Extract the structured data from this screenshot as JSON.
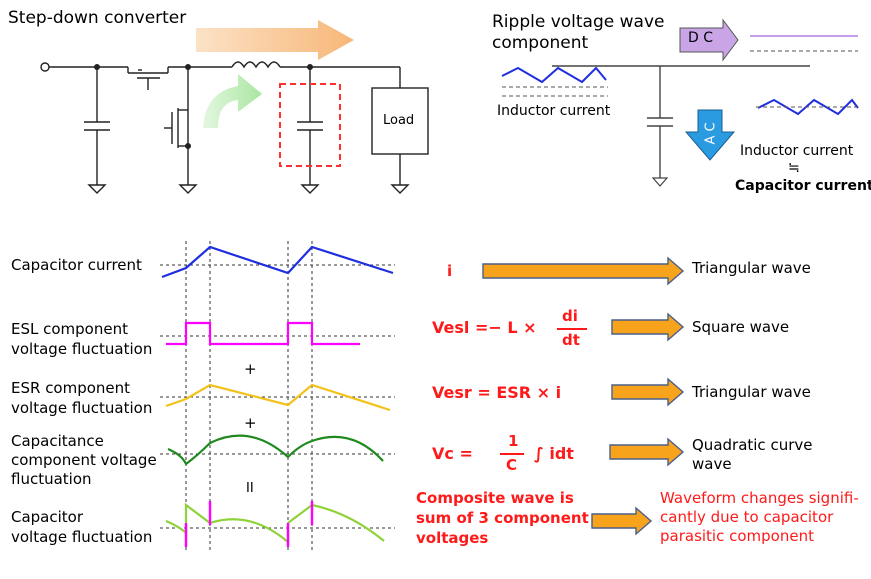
{
  "top_left": {
    "title": "Step-down converter",
    "load_label": "Load"
  },
  "top_right": {
    "title_line1": "Ripple voltage wave",
    "title_line2": "component",
    "dc_label": "D C",
    "ac_label": "A C",
    "inductor_current_left": "Inductor current",
    "inductor_current_right": "Inductor current",
    "approx_symbol": "≒",
    "capacitor_current": "Capacitor current"
  },
  "rows": [
    {
      "label_lines": [
        "Capacitor current"
      ],
      "formula": "i",
      "result_lines": [
        "Triangular wave"
      ]
    },
    {
      "label_lines": [
        "ESL component",
        "voltage fluctuation"
      ],
      "formula_prefix": "Vesl =− L ×",
      "frac_num": "di",
      "frac_den": "dt",
      "result_lines": [
        "Square wave"
      ]
    },
    {
      "label_lines": [
        "ESR component",
        "voltage fluctuation"
      ],
      "formula": "Vesr = ESR  ×  i",
      "result_lines": [
        "Triangular wave"
      ]
    },
    {
      "label_lines": [
        "Capacitance",
        "component voltage",
        "fluctuation"
      ],
      "formula_prefix": "Vc =",
      "frac_num": "1",
      "frac_den": "C",
      "formula_suffix": "∫ idt",
      "result_lines": [
        "Quadratic curve",
        "wave"
      ]
    },
    {
      "label_lines": [
        "Capacitor",
        "voltage fluctuation"
      ],
      "composite_lines": [
        "Composite wave is",
        "sum of 3 component",
        "voltages"
      ],
      "result_lines": [
        "Waveform changes signifi-",
        "cantly due to capacitor",
        "parasitic component"
      ]
    }
  ],
  "operators": {
    "plus1": "+",
    "plus2": "+",
    "equals": "II"
  },
  "colors": {
    "capacitor_current": "#1f2ee0",
    "esl": "#ff00ff",
    "esr": "#f2c21a",
    "capacitance": "#1e8a1e",
    "composite": "#8fd23a",
    "arrow_orange": "#f7a31c",
    "arrow_outline": "#4b5f8a",
    "formula_red": "#ff1a1a",
    "dc_arrow": "#c9a5e8",
    "ac_arrow": "#2a9be0"
  }
}
